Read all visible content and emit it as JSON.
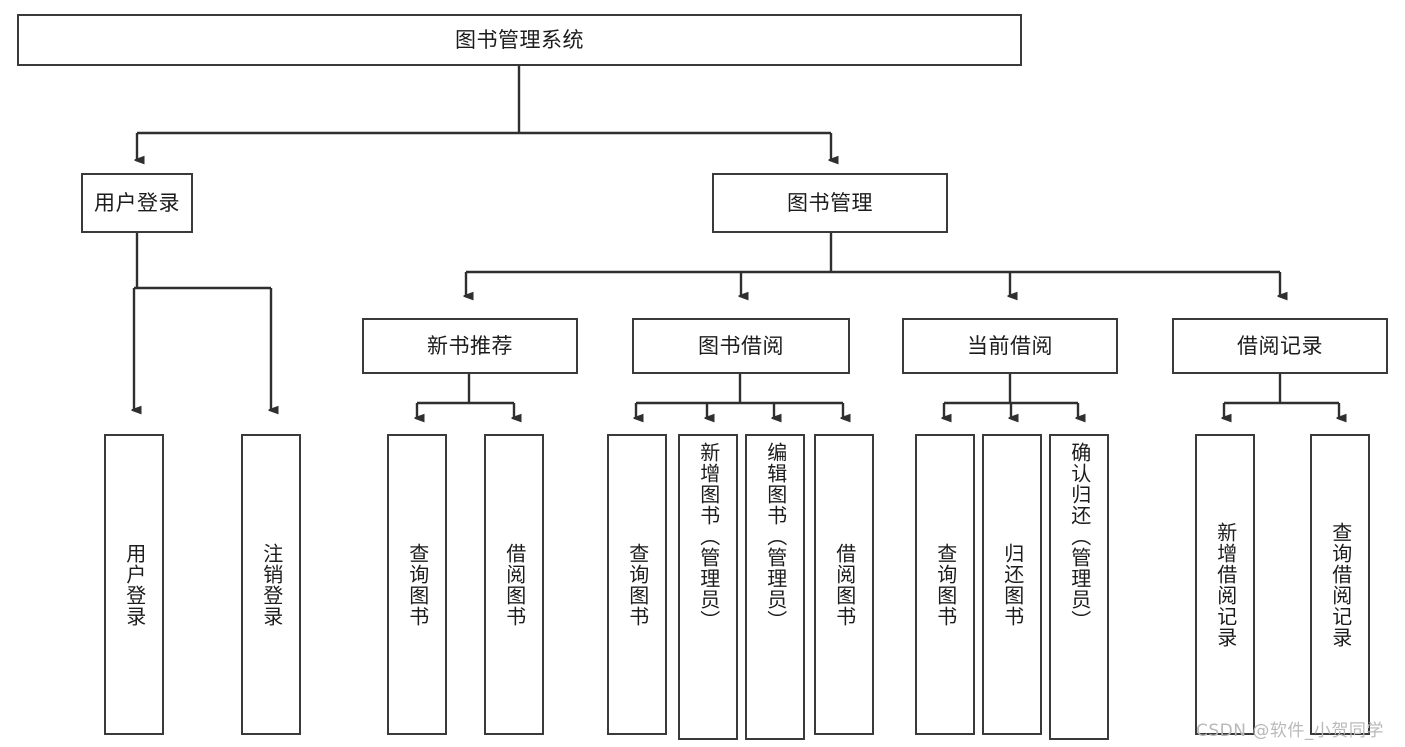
{
  "diagram": {
    "type": "tree",
    "title": "图书管理系统",
    "orientation": "top-down",
    "line_color": "#3a3a3a",
    "box_fill": "#ffffff",
    "text_color": "#1c1c1c",
    "nodes": {
      "root": {
        "label": "图书管理系统"
      },
      "level2": [
        {
          "label": "用户登录"
        },
        {
          "label": "图书管理"
        }
      ],
      "level3": [
        {
          "label": "新书推荐"
        },
        {
          "label": "图书借阅"
        },
        {
          "label": "当前借阅"
        },
        {
          "label": "借阅记录"
        }
      ],
      "leaves_user_login": [
        {
          "label": "用户登录"
        },
        {
          "label": "注销登录"
        }
      ],
      "leaves_new_book": [
        {
          "label": "查询图书"
        },
        {
          "label": "借阅图书"
        }
      ],
      "leaves_borrow": [
        {
          "label": "查询图书"
        },
        {
          "label": "新增图书（管理员）"
        },
        {
          "label": "编辑图书（管理员）"
        },
        {
          "label": "借阅图书"
        }
      ],
      "leaves_current": [
        {
          "label": "查询图书"
        },
        {
          "label": "归还图书"
        },
        {
          "label": "确认归还（管理员）"
        }
      ],
      "leaves_records": [
        {
          "label": "新增借阅记录"
        },
        {
          "label": "查询借阅记录"
        }
      ]
    },
    "watermark": "CSDN @软件_小贺同学"
  }
}
